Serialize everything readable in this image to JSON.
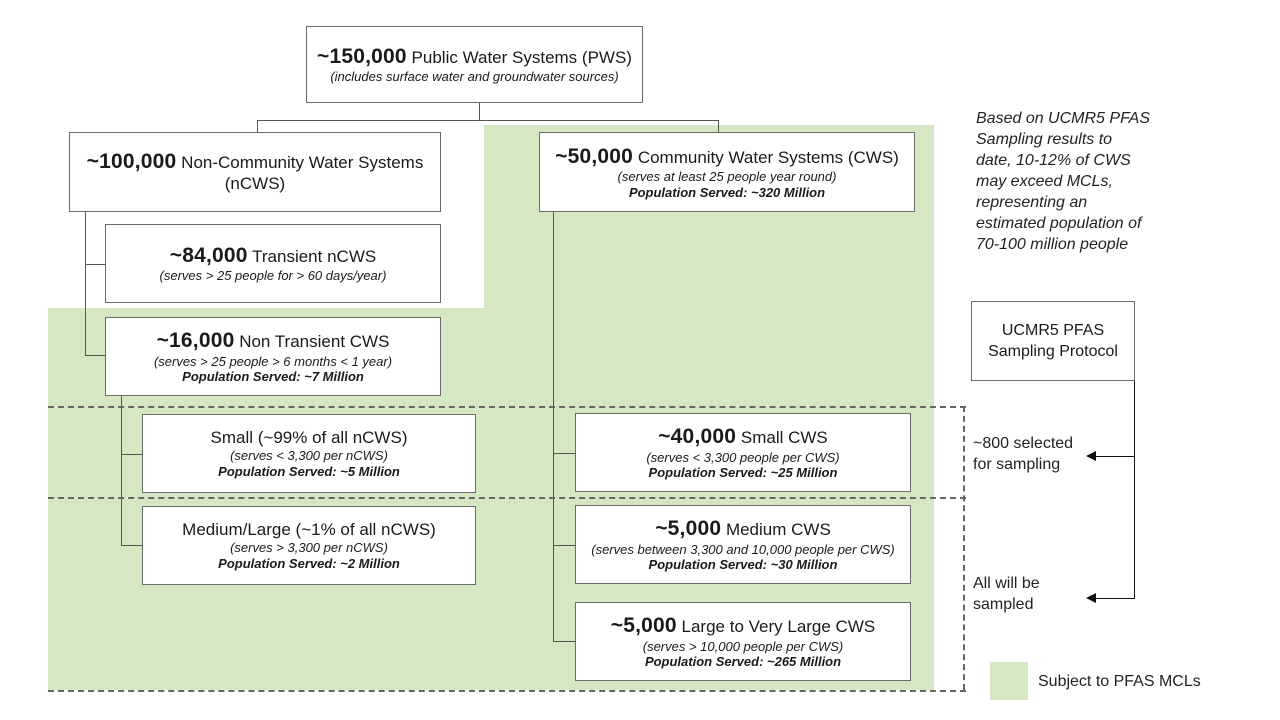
{
  "pws": {
    "num": "~150,000",
    "title": "Public Water Systems (PWS)",
    "sub": "(includes surface water and groundwater sources)"
  },
  "ncws": {
    "num": "~100,000",
    "title": "Non-Community Water Systems",
    "title2": "(nCWS)"
  },
  "cws": {
    "num": "~50,000",
    "title": "Community Water Systems (CWS)",
    "sub": "(serves at least 25 people year round)",
    "pop": "Population Served: ~320 Million"
  },
  "transient": {
    "num": "~84,000",
    "title": "Transient nCWS",
    "sub": "(serves > 25 people for > 60 days/year)"
  },
  "nontransient": {
    "num": "~16,000",
    "title": "Non Transient CWS",
    "sub": "(serves > 25 people > 6 months < 1 year)",
    "pop": "Population Served: ~7 Million"
  },
  "small_ncws": {
    "title": "Small (~99% of all nCWS)",
    "sub": "(serves < 3,300 per nCWS)",
    "pop": "Population Served: ~5 Million"
  },
  "medlarge_ncws": {
    "title": "Medium/Large (~1% of all nCWS)",
    "sub": "(serves > 3,300 per nCWS)",
    "pop": "Population Served: ~2 Million"
  },
  "small_cws": {
    "num": "~40,000",
    "title": "Small CWS",
    "sub": "(serves < 3,300 people per CWS)",
    "pop": "Population Served: ~25 Million"
  },
  "medium_cws": {
    "num": "~5,000",
    "title": "Medium CWS",
    "sub": "(serves between 3,300 and 10,000 people per CWS)",
    "pop": "Population Served: ~30 Million"
  },
  "large_cws": {
    "num": "~5,000",
    "title": "Large to Very Large CWS",
    "sub": "(serves > 10,000 people per CWS)",
    "pop": "Population Served: ~265 Million"
  },
  "note": [
    "Based on UCMR5 PFAS",
    "Sampling results to",
    "date, 10-12% of CWS",
    "may exceed MCLs,",
    "representing an",
    "estimated population of",
    "70-100 million people"
  ],
  "protocol": {
    "line1": "UCMR5 PFAS",
    "line2": "Sampling Protocol"
  },
  "selected": {
    "line1": "~800 selected",
    "line2": "for sampling"
  },
  "all_sampled": {
    "line1": "All will be",
    "line2": "sampled"
  },
  "legend": {
    "label": "Subject to PFAS MCLs",
    "color": "#d5e8c4"
  }
}
